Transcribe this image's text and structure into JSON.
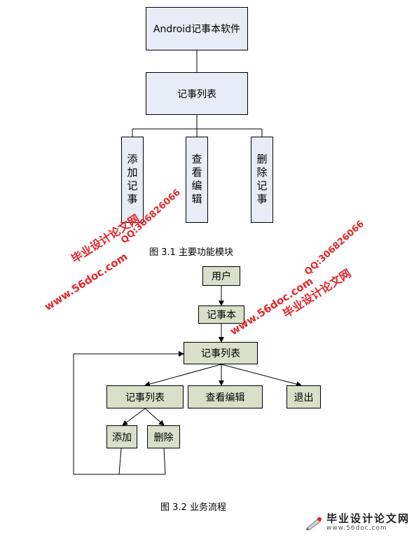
{
  "fig1": {
    "root": "Android记事本软件",
    "list": "记事列表",
    "children": [
      "添加记事",
      "查看编辑",
      "删除记事"
    ],
    "caption": "图 3.1 主要功能模块"
  },
  "fig2": {
    "user": "用户",
    "notebook": "记事本",
    "list": "记事列表",
    "level2": [
      "记事列表",
      "查看编辑",
      "退出"
    ],
    "level3": [
      "添加",
      "删除"
    ],
    "caption": "图 3.2 业务流程"
  },
  "watermarks": {
    "site_cn": "毕业设计论文网",
    "url": "www.56doc.com",
    "qq": "QQ:306826066"
  },
  "logo": {
    "cn": "毕业设计论文网",
    "url": "www.56doc.com"
  },
  "colors": {
    "blue_box": "#e8ecf6",
    "green_box": "#d9dfc8",
    "watermark": "#e3262a"
  }
}
